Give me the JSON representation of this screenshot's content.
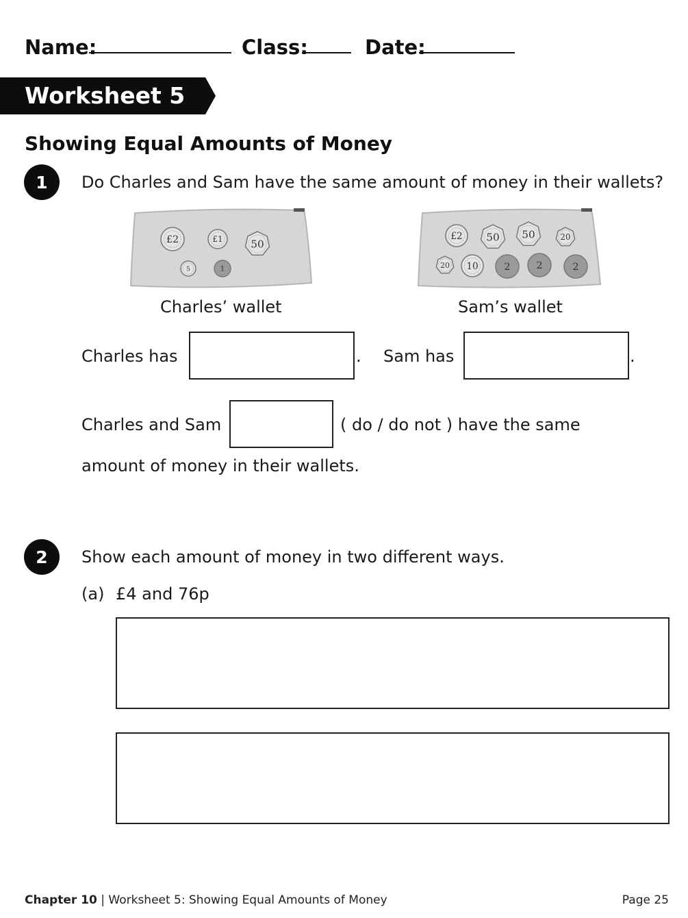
{
  "header": {
    "name_label": "Name:",
    "class_label": "Class:",
    "date_label": "Date:"
  },
  "banner": {
    "title": "Worksheet 5"
  },
  "section_title": "Showing Equal Amounts of Money",
  "q1": {
    "number": "1",
    "question": "Do Charles and Sam have the same amount of money in their wallets?",
    "charles_wallet": {
      "caption": "Charles’ wallet",
      "coins": [
        "£2",
        "£1",
        "50",
        "5",
        "1"
      ]
    },
    "sam_wallet": {
      "caption": "Sam’s wallet",
      "coins": [
        "£2",
        "50",
        "50",
        "20",
        "20",
        "10",
        "2",
        "2",
        "2"
      ]
    },
    "charles_has": "Charles has",
    "sam_has": "Sam has",
    "period": ".",
    "both_prefix": "Charles and Sam",
    "both_suffix": "( do / do not ) have the same",
    "continuation": "amount of money in their wallets."
  },
  "q2": {
    "number": "2",
    "question": "Show each amount of money in two different ways.",
    "part_a_label": "(a)",
    "part_a_amount": "£4 and 76p"
  },
  "footer": {
    "chapter": "Chapter 10",
    "separator": "|",
    "worksheet_title": "Worksheet 5: Showing Equal Amounts of Money",
    "page": "Page 25"
  },
  "colors": {
    "banner": "#0d0d0d",
    "wallet_fill": "#d6d6d6",
    "coin_silver": "#e4e4e4",
    "coin_dark": "#9a9a9a"
  }
}
